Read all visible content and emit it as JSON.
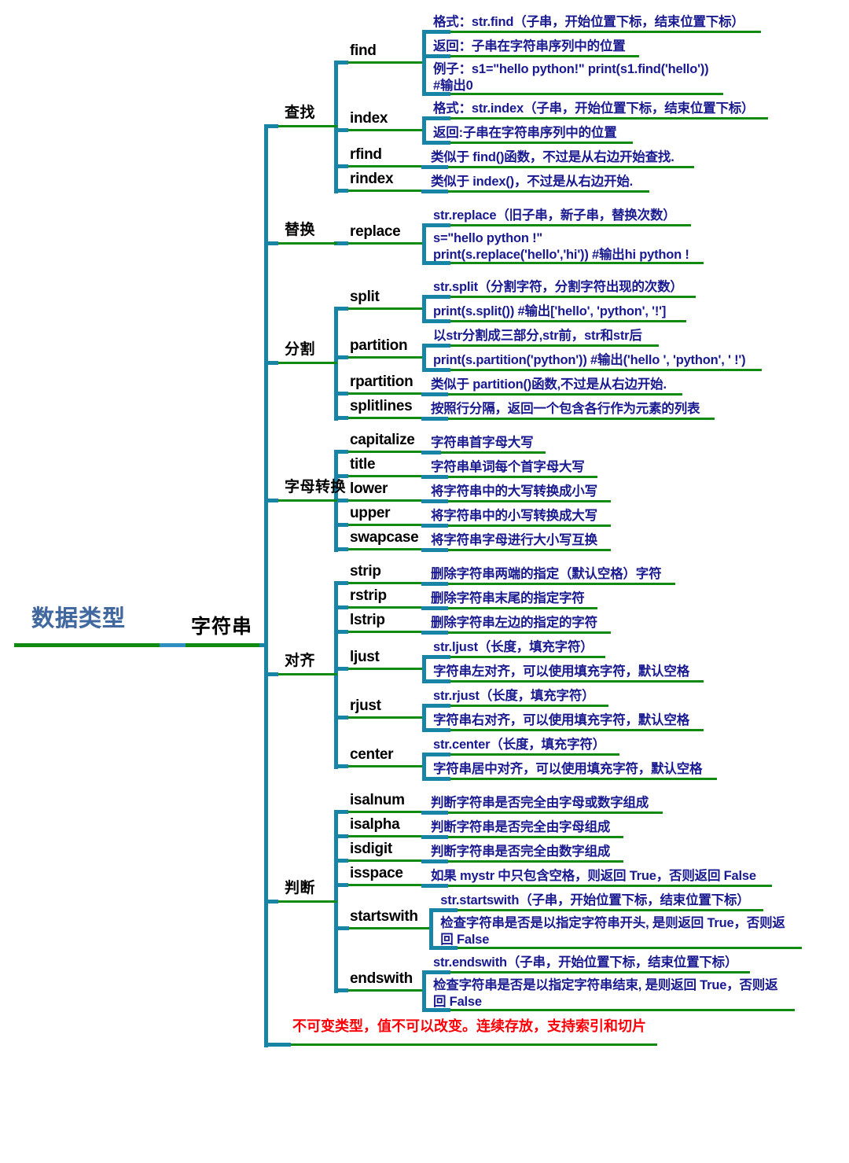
{
  "title": "Python 字符串方法思维导图",
  "colors": {
    "root_text": "#41699f",
    "node_text": "#000000",
    "desc_text": "#191990",
    "note_text": "#fb0007",
    "connector": "#1985a6",
    "underline": "#108a10"
  },
  "root": {
    "label": "数据类型"
  },
  "level1": {
    "label": "字符串"
  },
  "note": {
    "label": "不可变类型，值不可以改变。连续存放，支持索引和切片"
  },
  "categories": [
    {
      "label": "查找",
      "methods": [
        {
          "name": "find",
          "details": [
            "格式：str.find（子串，开始位置下标，结束位置下标）",
            "返回：子串在字符串序列中的位置",
            "例子：s1=\"hello python!\" print(s1.find('hello'))\n#输出0"
          ]
        },
        {
          "name": "index",
          "details": [
            "格式：str.index（子串，开始位置下标，结束位置下标）",
            "返回:子串在字符串序列中的位置"
          ]
        },
        {
          "name": "rfind",
          "details": [
            "类似于 find()函数，不过是从右边开始查找."
          ]
        },
        {
          "name": "rindex",
          "details": [
            "类似于 index()，不过是从右边开始."
          ]
        }
      ]
    },
    {
      "label": "替换",
      "methods": [
        {
          "name": "replace",
          "details": [
            "str.replace（旧子串，新子串，替换次数）",
            "s=\"hello python !\"\nprint(s.replace('hello','hi')) #输出hi python !"
          ]
        }
      ]
    },
    {
      "label": "分割",
      "methods": [
        {
          "name": "split",
          "details": [
            "str.split（分割字符，分割字符出现的次数）",
            "print(s.split()) #输出['hello', 'python', '!']"
          ]
        },
        {
          "name": "partition",
          "details": [
            "以str分割成三部分,str前，str和str后",
            "print(s.partition('python')) #输出('hello ', 'python', ' !')"
          ]
        },
        {
          "name": "rpartition",
          "details": [
            "类似于 partition()函数,不过是从右边开始."
          ]
        },
        {
          "name": "splitlines",
          "details": [
            "按照行分隔，返回一个包含各行作为元素的列表"
          ]
        }
      ]
    },
    {
      "label": "字母转换",
      "methods": [
        {
          "name": "capitalize",
          "details": [
            "字符串首字母大写"
          ]
        },
        {
          "name": "title",
          "details": [
            "字符串单词每个首字母大写"
          ]
        },
        {
          "name": "lower",
          "details": [
            "将字符串中的大写转换成小写"
          ]
        },
        {
          "name": "upper",
          "details": [
            "将字符串中的小写转换成大写"
          ]
        },
        {
          "name": "swapcase",
          "details": [
            "将字符串字母进行大小写互换"
          ]
        }
      ]
    },
    {
      "label": "对齐",
      "methods": [
        {
          "name": "strip",
          "details": [
            "删除字符串两端的指定（默认空格）字符"
          ]
        },
        {
          "name": "rstrip",
          "details": [
            "删除字符串末尾的指定字符"
          ]
        },
        {
          "name": "lstrip",
          "details": [
            "删除字符串左边的指定的字符"
          ]
        },
        {
          "name": "ljust",
          "details": [
            "str.ljust（长度，填充字符）",
            "字符串左对齐，可以使用填充字符，默认空格"
          ]
        },
        {
          "name": "rjust",
          "details": [
            "str.rjust（长度，填充字符）",
            "字符串右对齐，可以使用填充字符，默认空格"
          ]
        },
        {
          "name": "center",
          "details": [
            "str.center（长度，填充字符）",
            "字符串居中对齐，可以使用填充字符，默认空格"
          ]
        }
      ]
    },
    {
      "label": "判断",
      "methods": [
        {
          "name": "isalnum",
          "details": [
            "判断字符串是否完全由字母或数字组成"
          ]
        },
        {
          "name": "isalpha",
          "details": [
            "判断字符串是否完全由字母组成"
          ]
        },
        {
          "name": "isdigit",
          "details": [
            "判断字符串是否完全由数字组成"
          ]
        },
        {
          "name": "isspace",
          "details": [
            "如果 mystr 中只包含空格，则返回 True，否则返回 False"
          ]
        },
        {
          "name": "startswith",
          "details": [
            "str.startswith（子串，开始位置下标，结束位置下标）",
            "检查字符串是否是以指定字符串开头, 是则返回 True，否则返\n回 False"
          ]
        },
        {
          "name": "endswith",
          "details": [
            "str.endswith（子串，开始位置下标，结束位置下标）",
            "检查字符串是否是以指定字符串结束, 是则返回 True，否则返\n回 False"
          ]
        }
      ]
    }
  ]
}
